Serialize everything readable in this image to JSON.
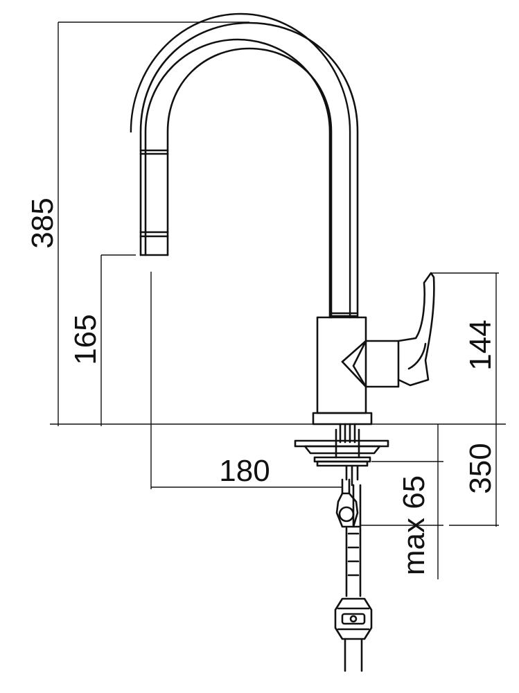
{
  "dimensions": {
    "overall_height": "385",
    "spout_height": "165",
    "reach": "180",
    "lever_height": "144",
    "under_counter_length": "350",
    "max_counter_thickness": "max 65"
  },
  "colors": {
    "line": "#111111",
    "background": "#ffffff"
  }
}
